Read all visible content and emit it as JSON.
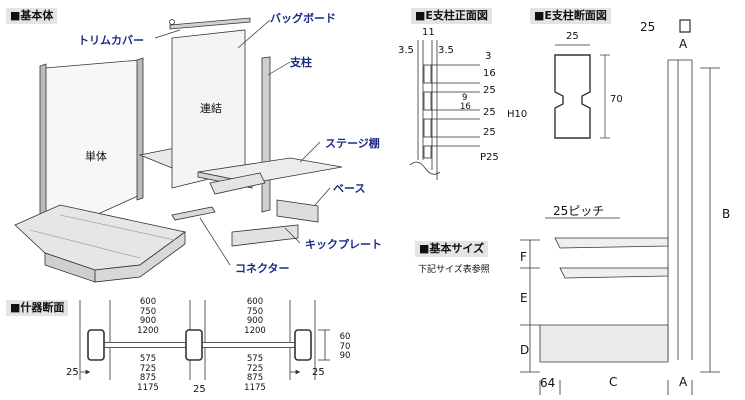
{
  "sections": {
    "basic_body": "■基本体",
    "fixture_section": "■什器断面",
    "e_post_front": "■E支柱正面図",
    "e_post_section": "■E支柱断面図",
    "basic_size": "■基本サイズ",
    "basic_size_note": "下記サイズ表参照"
  },
  "parts": {
    "trim_cover": "トリムカバー",
    "bag_board": "バッグボード",
    "post": "支柱",
    "stage_shelf": "ステージ棚",
    "base": "ベース",
    "kick_plate": "キックプレート",
    "connector": "コネクター",
    "single_unit": "単体",
    "linked_unit": "連結"
  },
  "fixture_section_dims": {
    "upper_left": [
      "600",
      "750",
      "900",
      "1200"
    ],
    "upper_right": [
      "600",
      "750",
      "900",
      "1200"
    ],
    "lower_left": [
      "575",
      "725",
      "875",
      "1175"
    ],
    "lower_right": [
      "575",
      "725",
      "875",
      "1175"
    ],
    "left_end": "25",
    "right_end": "25",
    "middle": "25",
    "depth_options": [
      "60",
      "70",
      "90"
    ]
  },
  "e_post_front_dims": {
    "top_width": "11",
    "side_left": "3.5",
    "side_right": "3.5",
    "top_offset": "3",
    "slot_height": "16",
    "pitch_1": "25",
    "pitch_2": "25",
    "pitch_3": "25",
    "sub_9": "9",
    "sub_16": "16",
    "hole_label": "H10",
    "pitch_label": "P25"
  },
  "e_post_section_dims": {
    "width": "25",
    "height": "70"
  },
  "size_labels": {
    "top_25": "25",
    "a_top": "A",
    "a_bottom": "A",
    "b": "B",
    "c": "C",
    "d": "D",
    "e": "E",
    "f": "F",
    "base_64": "64",
    "pitch": "25ピッチ"
  },
  "colors": {
    "accent": "#1c2a86",
    "line": "#333333",
    "title_bg": "#e4e4e4"
  }
}
